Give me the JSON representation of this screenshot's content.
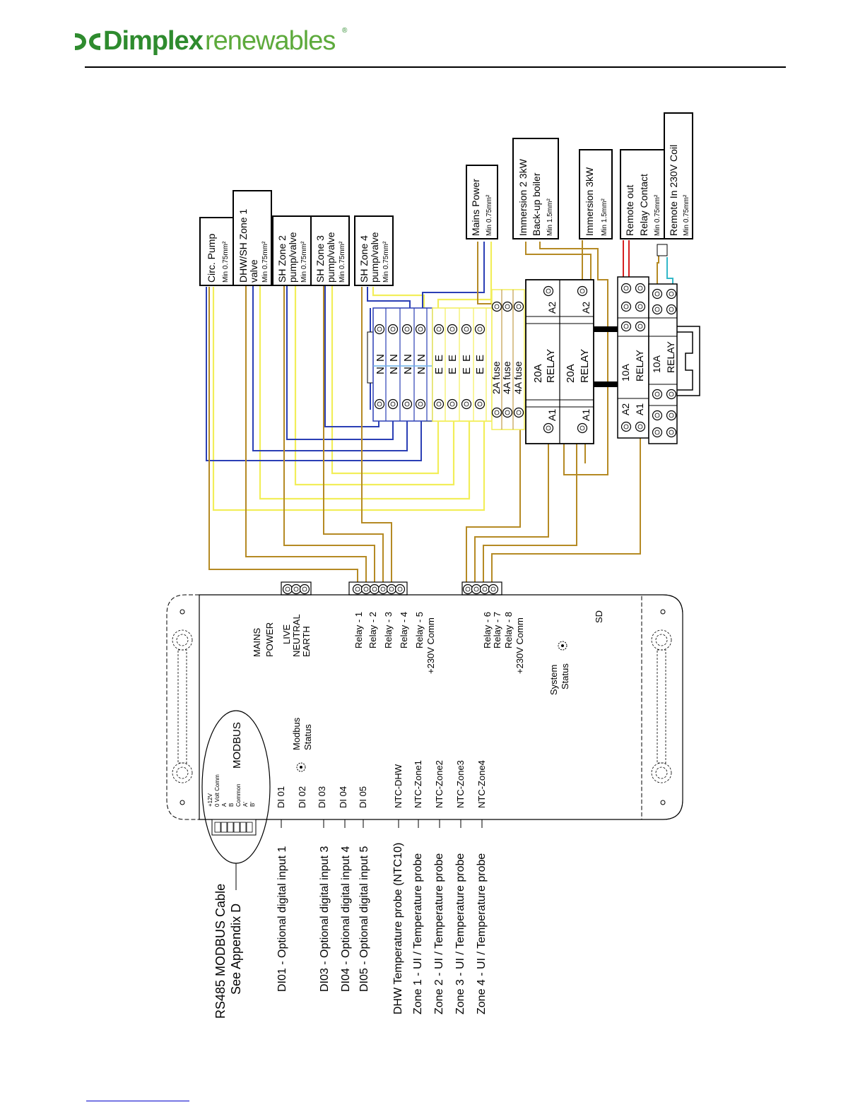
{
  "header": {
    "brand_primary": "Dimplex",
    "brand_secondary": "renewables",
    "registered_mark": "®"
  },
  "colors": {
    "brand_green": "#2e8b2e",
    "wire_blue": "#2b3fb5",
    "wire_yellow": "#f2ee5a",
    "wire_brown": "#b58a24",
    "wire_red": "#d62020",
    "wire_cyan": "#33b8c8"
  },
  "boxes": {
    "circ_pump": {
      "line1": "Circ. Pump",
      "line2": "Min 0.75mm²"
    },
    "dhw_sh_zone1": {
      "line1": "DHW/SH Zone 1",
      "line2": "valve",
      "line3": "Min 0.75mm²"
    },
    "sh_zone2": {
      "line1": "SH Zone 2",
      "line2": "pump/valve",
      "line3": "Min 0.75mm²"
    },
    "sh_zone3": {
      "line1": "SH Zone 3",
      "line2": "pump/valve",
      "line3": "Min 0.75mm²"
    },
    "sh_zone4": {
      "line1": "SH Zone 4",
      "line2": "pump/valve",
      "line3": "Min 0.75mm²"
    },
    "mains_power": {
      "line1": "Mains Power",
      "line2": "Min 0.75mm²"
    },
    "immersion2": {
      "line1": "Immersion 2 3kW",
      "line2": "Back-up boiler",
      "line3": "Min 1.5mm²"
    },
    "immersion": {
      "line1": "Immersion 3kW",
      "line2": "Min 1.5mm²"
    },
    "remote_out": {
      "line1": "Remote out",
      "line2": "Relay Contact",
      "line3": "Min 0.75mm²"
    },
    "remote_in": {
      "line1": "Remote In 230V Coil",
      "line2": "Min 0.75mm²"
    }
  },
  "terminals": {
    "neutral": "N",
    "earth": "E",
    "fuse_2a": "2A fuse",
    "fuse_4a": "4A fuse",
    "relay_20a_rating": "20A",
    "relay_10a_rating": "10A",
    "relay_word": "RELAY",
    "a1": "A1",
    "a2": "A2"
  },
  "controller": {
    "mains_power": [
      "MAINS",
      "POWER"
    ],
    "power_terminals": [
      "LIVE",
      "NEUTRAL",
      "EARTH"
    ],
    "relays_a": [
      "Relay - 1",
      "Relay - 2",
      "Relay - 3",
      "Relay - 4",
      "Relay - 5",
      "+230V Comm"
    ],
    "relays_b": [
      "Relay - 6",
      "Relay - 7",
      "Relay - 8",
      "+230V Comm"
    ],
    "sd": "SD",
    "system_status": [
      "System",
      "Status"
    ],
    "modbus": "MODBUS",
    "modbus_status": [
      "Modbus",
      "Status"
    ],
    "modbus_pins": [
      "+12V",
      "0 Volt Comm",
      "A",
      "B",
      "Common",
      "A'",
      "B'"
    ],
    "digital_inputs": [
      "DI 01",
      "DI 02",
      "DI 03",
      "DI 04",
      "DI 05"
    ],
    "ntc": [
      "NTC-DHW",
      "NTC-Zone1",
      "NTC-Zone2",
      "NTC-Zone3",
      "NTC-Zone4"
    ]
  },
  "side_labels": {
    "rs485_1": "RS485 MODBUS Cable",
    "rs485_2": "See Appendix D",
    "di01": "DI01 - Optional digital input 1",
    "di03": "DI03 - Optional digital input 3",
    "di04": "DI04 - Optional digital input 4",
    "di05": "DI05 - Optional digital input 5",
    "dhw_probe": "DHW Temperature probe (NTC10)",
    "zone1_probe": "Zone 1 - UI / Temperature probe",
    "zone2_probe": "Zone 2 - UI / Temperature probe",
    "zone3_probe": "Zone 3 - UI / Temperature probe",
    "zone4_probe": "Zone 4 - UI / Temperature probe"
  }
}
